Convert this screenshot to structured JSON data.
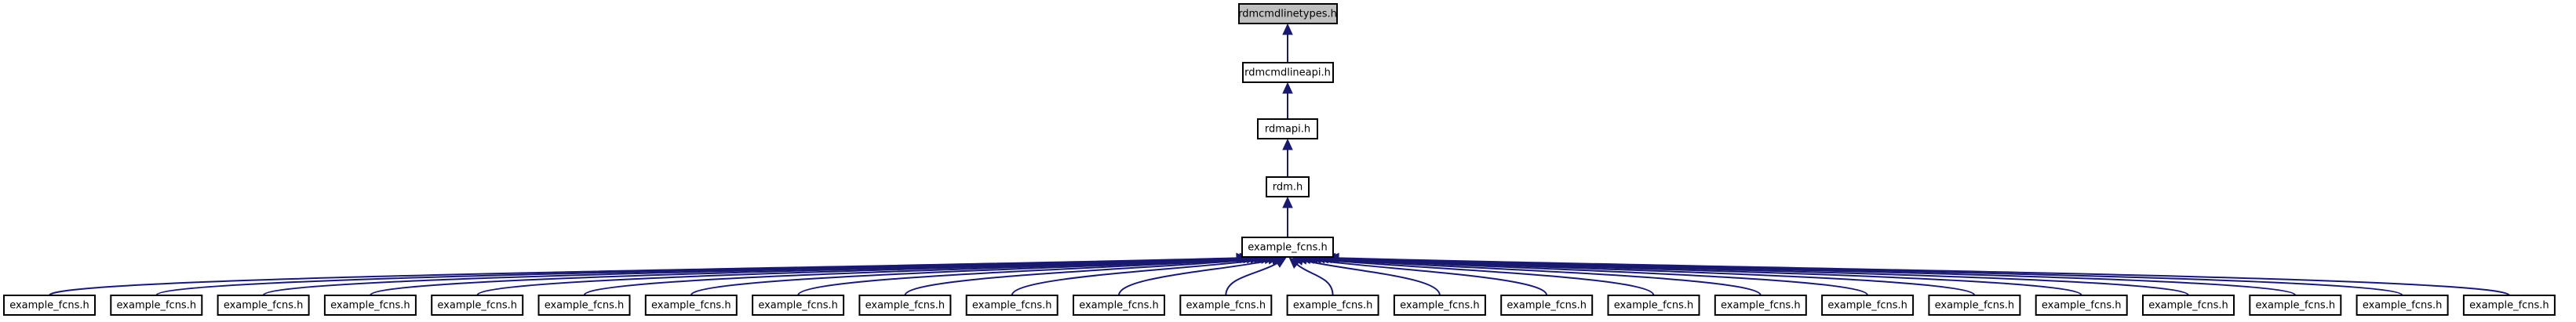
{
  "graph": {
    "root": "rdmcmdlinetypes.h",
    "chain": [
      "rdmcmdlineapi.h",
      "rdmapi.h",
      "rdm.h",
      "example_fcns.h"
    ],
    "leaves": [
      "example_fcns.h",
      "example_fcns.h",
      "example_fcns.h",
      "example_fcns.h",
      "example_fcns.h",
      "example_fcns.h",
      "example_fcns.h",
      "example_fcns.h",
      "example_fcns.h",
      "example_fcns.h",
      "example_fcns.h",
      "example_fcns.h",
      "example_fcns.h",
      "example_fcns.h",
      "example_fcns.h",
      "example_fcns.h",
      "example_fcns.h",
      "example_fcns.h",
      "example_fcns.h",
      "example_fcns.h",
      "example_fcns.h",
      "example_fcns.h",
      "example_fcns.h",
      "example_fcns.h"
    ],
    "colors": {
      "edge": "#191970",
      "root_fill": "#bfbfbf",
      "node_fill": "#ffffff",
      "border": "#000000"
    }
  }
}
